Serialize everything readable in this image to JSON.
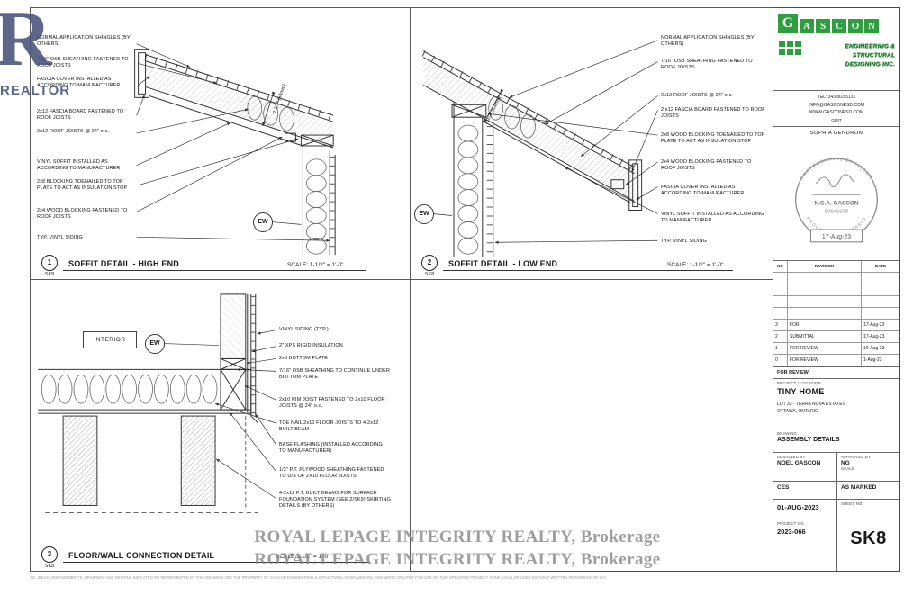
{
  "watermarks": {
    "realtor_letter": "R",
    "realtor_word": "REALTOR",
    "brokerage_line1": "ROYAL LEPAGE INTEGRITY REALTY, Brokerage",
    "brokerage_line2": "ROYAL LEPAGE INTEGRITY REALTY, Brokerage",
    "navy_color": "#46537a",
    "gray_color": "#878787"
  },
  "fine_print": "ALL IDEAS, ARRANGEMENTS, DRAWINGS AND DESIGNS INDICATED OR REPRESENTED BY THIS DRAWING ARE THE PROPERTY OF GASCON ENGINEERING & STRUCTURAL DESIGNING INC. AND WERE CREATED FOR USE ON THIS SPECIFIED PROJECT. NONE SHALL BE USED WITHOUT WRITTEN PERMISSION OF GASCON ENGINEERING & STRUCTURAL DESIGNING INC. ALL RIGHTS RESERVED.",
  "details": [
    {
      "bubble_number": "1",
      "bubble_sheet": "SK8",
      "title": "SOFFIT DETAIL - HIGH END",
      "scale": "SCALE: 1-1/2\" = 1'-0\"",
      "ew": "EW",
      "dimension": "2 1/2\" [64mm]",
      "labels": [
        "NORMAL APPLICATION SHINGLES (BY OTHERS)",
        "7/16\" OSB SHEATHING FASTENED TO ROOF JOISTS",
        "FASCIA COVER INSTALLED AS ACCORDING TO MANUFACTURER",
        "2x12 FASCIA BOARD FASTENED TO ROOF JOISTS",
        "2x12 ROOF JOISTS @ 24\" o.c.",
        "VINYL SOFFIT INSTALLED AS ACCORDING TO MANUFACTURER",
        "2x8 BLOCKING TOENAILED TO TOP PLATE TO ACT AS INSULATION STOP",
        "2x4 WOOD BLOCKING FASTENED TO ROOF JOISTS",
        "TYP. VINYL SIDING"
      ]
    },
    {
      "bubble_number": "2",
      "bubble_sheet": "SK8",
      "title": "SOFFIT DETAIL - LOW END",
      "scale": "SCALE: 1-1/2\" = 1'-0\"",
      "ew": "EW",
      "dimension": "2 1/2\" [63mm]",
      "labels": [
        "NORMAL APPLICATION SHINGLES (BY OTHERS)",
        "7/16\" OSB SHEATHING FASTENED TO ROOF JOISTS",
        "2x12 ROOF JOISTS @ 24\" o.c.",
        "2 x12 FASCIA BOARD FASTENED TO ROOF JOISTS",
        "2x8 WOOD BLOCKING TOENAILED TO TOP PLATE TO ACT AS INSULATION STOP",
        "2x4 WOOD BLOCKING FASTENED TO ROOF JOISTS",
        "FASCIA COVER INSTALLED AS ACCORDING TO MANUFACTURER",
        "VINYL SOFFIT INSTALLED AS ACCORDING TO MANUFACTURER",
        "TYP. VINYL SIDING"
      ]
    },
    {
      "bubble_number": "3",
      "bubble_sheet": "SK8",
      "title": "FLOOR/WALL CONNECTION DETAIL",
      "scale": "SCALE 1-1/2\" = 1'-0\"",
      "ew": "EW",
      "interior": "INTERIOR",
      "labels": [
        "VINYL SIDING (TYP.)",
        "2\" XPS RIGID INSULATION",
        "2x6 BOTTOM PLATE",
        "7/16\" OSB SHEATHING TO CONTINUE UNDER BOTTOM PLATE",
        "2x10 RIM JOIST FASTENED TO 2x10 FLOOR JOISTS @ 24\" o.c.",
        "TOE NAIL 2x10 FLOOR JOISTS TO 4-2x12 BUILT BEAM",
        "BASE FLASHING (INSTALLED ACCORDING TO MANUFACTURER)",
        "1/2\" P.T. PLYWOOD SHEATHING FASTENED TO U/S OF 2X10 FLOOR JOISTS",
        "4-2x12 P.T. BUILT BEAMS FOR SURFACE FOUNDATION SYSTEM (SEE 2/SK9) SKIRTING DETAILS (BY OTHERS)"
      ]
    }
  ],
  "titleblock": {
    "logo": {
      "letters": [
        "G",
        "A",
        "S",
        "C",
        "O",
        "N"
      ],
      "line1": "ENGINEERING &",
      "line2": "STRUCTURAL",
      "line3": "DESIGNING INC.",
      "accent_green": "#2f9e41"
    },
    "contact": {
      "tel": "TEL: 343.803.5131",
      "email": "INFO@GASCONESD.COM",
      "web": "WWW.GASCONESD.COM",
      "cert": "CERT"
    },
    "agent_name": "SOPHIA GENDRON",
    "stamp": {
      "arc_top": "PROFESSIONAL ENGINEER",
      "arc_bottom": "PROVINCE OF ONTARIO",
      "name": "N.C.A. GASCON",
      "license": "90546920",
      "date": "17-Aug-23"
    },
    "revisions": {
      "headers": [
        "NO",
        "REVISION",
        "DATE"
      ],
      "rows": [
        {
          "no": "3",
          "revision": "FOR",
          "date": "17-Aug-23"
        },
        {
          "no": "2",
          "revision": "SUBMITTAL",
          "date": "17-Aug-23"
        },
        {
          "no": "1",
          "revision": "FOR REVIEW",
          "date": "10-Aug-23"
        },
        {
          "no": "0",
          "revision": "FOR REVIEW",
          "date": "1-Aug-23"
        }
      ]
    },
    "status": "FOR REVIEW",
    "project_label": "PROJECT / LOCATION",
    "project_name": "TINY HOME",
    "address1": "LOT 33 - TERRA NOVA ESTATES",
    "address2": "OTTAWA, ONTARIO",
    "drawing_label": "DRAWING",
    "drawing_title": "ASSEMBLY DETAILS",
    "designed_by_label": "DESIGNED BY",
    "designed_by": "NOEL GASCON",
    "approved_by_label": "APPROVED BY",
    "approved_by": "NG",
    "scale_label": "SCALE",
    "drafted_by": "CES",
    "scale_value": "AS MARKED",
    "date": "01-AUG-2023",
    "sheet_label": "SHEET NO.",
    "sheet_number": "SK8",
    "project_no_label": "PROJECT NO.",
    "project_number": "2023-066"
  }
}
